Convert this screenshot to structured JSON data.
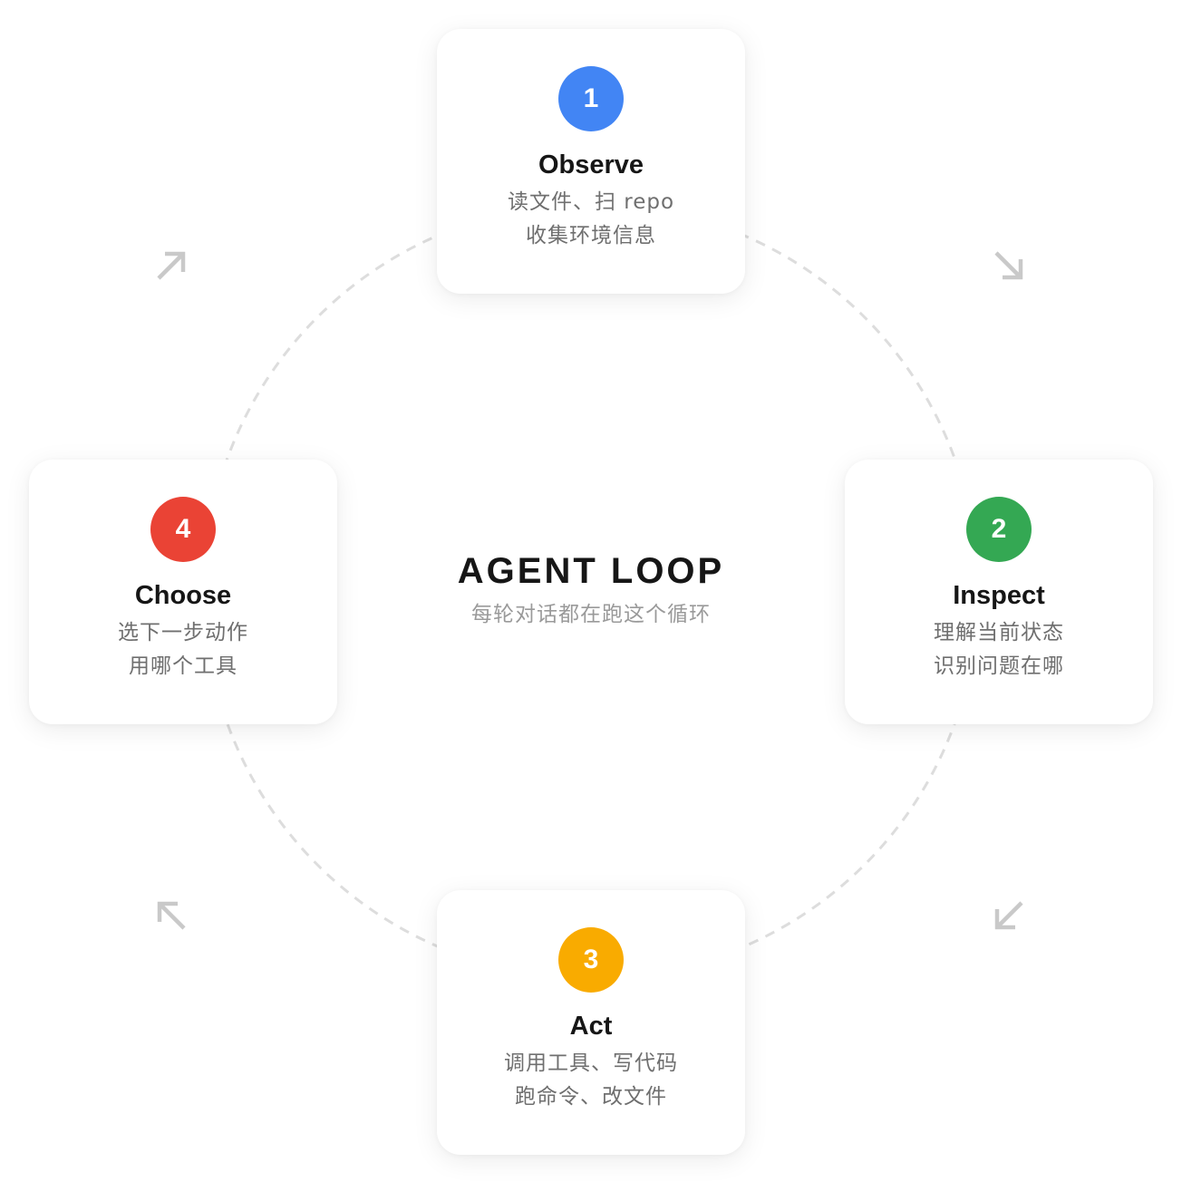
{
  "diagram": {
    "title": "AGENT LOOP",
    "subtitle": "每轮对话都在跑这个循环"
  },
  "steps": [
    {
      "number": "1",
      "title": "Observe",
      "lines": [
        "读文件、扫 repo",
        "收集环境信息"
      ],
      "color": "#4285F4"
    },
    {
      "number": "2",
      "title": "Inspect",
      "lines": [
        "理解当前状态",
        "识别问题在哪"
      ],
      "color": "#34A853"
    },
    {
      "number": "3",
      "title": "Act",
      "lines": [
        "调用工具、写代码",
        "跑命令、改文件"
      ],
      "color": "#F9AB00"
    },
    {
      "number": "4",
      "title": "Choose",
      "lines": [
        "选下一步动作",
        "用哪个工具"
      ],
      "color": "#EA4335"
    }
  ],
  "arrows": [
    {
      "icon": "arrow-up-right-icon"
    },
    {
      "icon": "arrow-down-right-icon"
    },
    {
      "icon": "arrow-down-left-icon"
    },
    {
      "icon": "arrow-up-left-icon"
    }
  ],
  "colors": {
    "ring": "#dddddd",
    "arrow": "#c9c9c9"
  }
}
